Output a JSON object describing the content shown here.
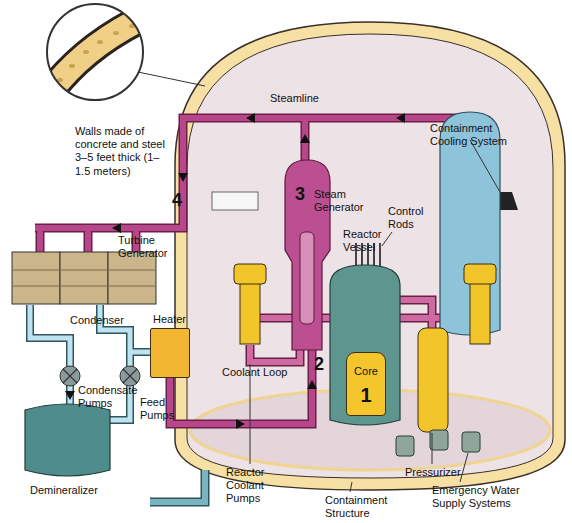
{
  "diagram": {
    "nodes": [
      {
        "text": [
          "Heater"
        ]
      },
      {
        "text": [
          "Core",
          "1"
        ]
      }
    ],
    "labels": [
      "Walls made of concrete and steel 3–5 feet thick (1–1.5 meters)",
      "Steamline",
      "Containment Cooling System",
      "3",
      "Steam Generator",
      "Control Rods",
      "Reactor Vessel",
      "4",
      "Turbine Generator",
      "Condenser",
      "Coolant Loop",
      "2",
      "Condensate Pumps",
      "Feed Pumps",
      "Pressurizer",
      "Reactor Coolant Pumps",
      "Demineralizer",
      "Emergency Water Supply Systems",
      "Containment Structure"
    ]
  }
}
